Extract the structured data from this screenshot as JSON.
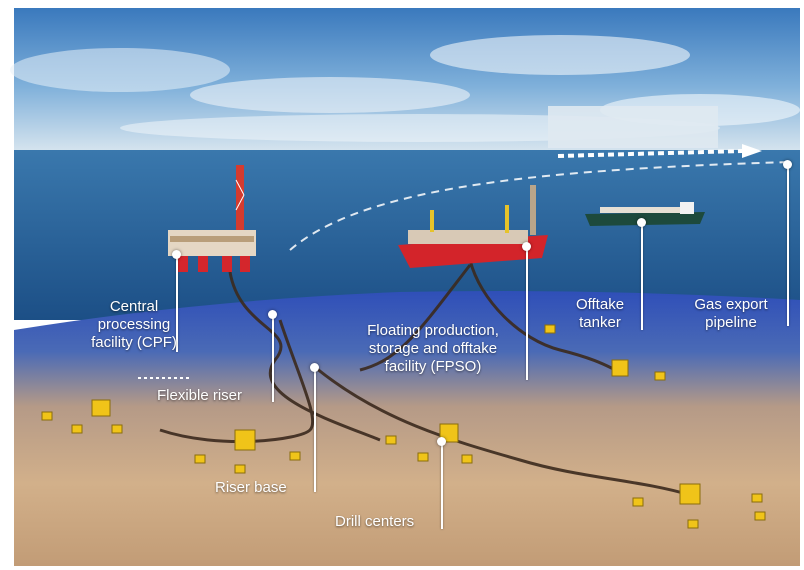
{
  "labels": {
    "cpf": [
      "Central",
      "processing",
      "facility (CPF)"
    ],
    "flexible_riser": "Flexible riser",
    "fpso": [
      "Floating production,",
      "storage and offtake",
      "facility (FPSO)"
    ],
    "offtake_tanker": [
      "Offtake",
      "tanker"
    ],
    "gas_export": [
      "Gas export",
      "pipeline"
    ],
    "riser_base": "Riser base",
    "drill_centers": "Drill centers"
  },
  "colors": {
    "sky_top": "#3f7fc0",
    "sky_bottom": "#c9dcec",
    "sea": "#1f5d96",
    "seabed_blue": "#2a4fb0",
    "sand": "#c9a57f",
    "fpso_hull": "#d3242a",
    "equipment": "#f0c419",
    "label_text": "#ffffff"
  }
}
